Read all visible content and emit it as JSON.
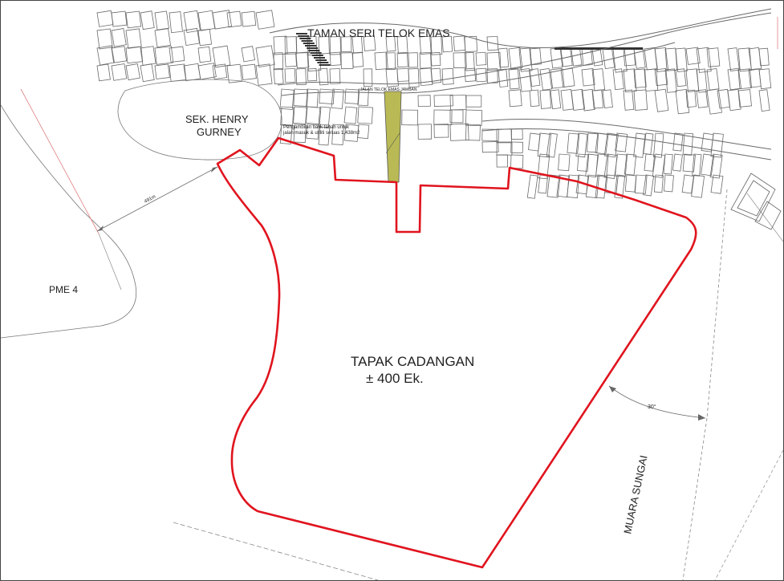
{
  "map": {
    "site_label": "TAPAK CADANGAN",
    "site_area": "± 400 Ek.",
    "school_line1": "SEK. HENRY",
    "school_line2": "GURNEY",
    "pme_label": "PME 4",
    "estate_label": "TAMAN SERI TELOK EMAS",
    "road_label": "JALAN TELOK EMAS JAMBAN",
    "note_line1": "Pengambilan balik tanah untuk",
    "note_line2": "jalan masuk & utiliti seluas 1,438m2",
    "distance_label": "491m",
    "angle_label": "30°",
    "river_label": "MUARA SUNGAI",
    "colors": {
      "boundary": "#e0141e",
      "access_strip": "#b9ba55",
      "linework": "#6a6a6a"
    }
  }
}
